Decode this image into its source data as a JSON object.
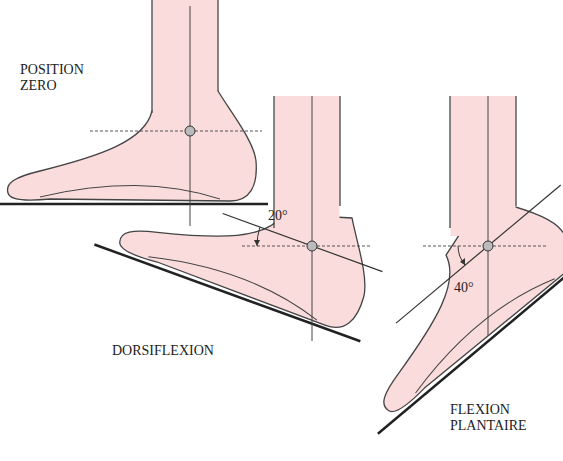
{
  "diagram": {
    "labels": [
      "POSITION ZERO",
      "20°",
      "DORSIFLEXION",
      "40°",
      "FLEXION PLANTAIRE"
    ]
  }
}
